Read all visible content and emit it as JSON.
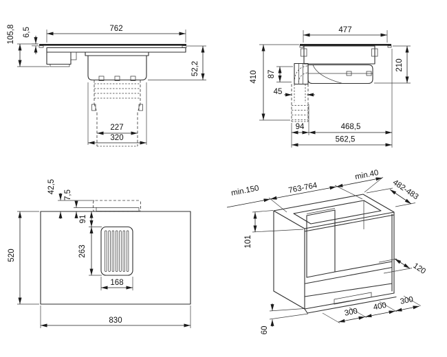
{
  "drawing": {
    "front_view": {
      "width": "762",
      "glass_thickness": "6,5",
      "total_height": "105,8",
      "body_depth": "52,2",
      "duct_inner_width": "227",
      "duct_outer_width": "320"
    },
    "side_view": {
      "top_width": "477",
      "height_left": "410",
      "height_right": "210",
      "motor_height": "87",
      "duct_offset": "45",
      "duct_zone": "94",
      "rear_zone": "468,5",
      "total_depth": "562,5"
    },
    "plan_view": {
      "outlet_depth": "42,5",
      "flange_depth": "7,5",
      "grille_offset": "91",
      "grille_length": "263",
      "grille_width": "168",
      "panel_depth": "520",
      "panel_width": "830"
    },
    "cutout_view": {
      "left_clearance": "min.150",
      "cutout_width": "763-764",
      "rear_clearance": "min.40",
      "cutout_depth": "482-483",
      "recess_depth": "101",
      "duct_spacer": "120",
      "plinth_left": "300",
      "plinth_center": "400",
      "plinth_right": "300",
      "plinth_height": "60"
    }
  }
}
